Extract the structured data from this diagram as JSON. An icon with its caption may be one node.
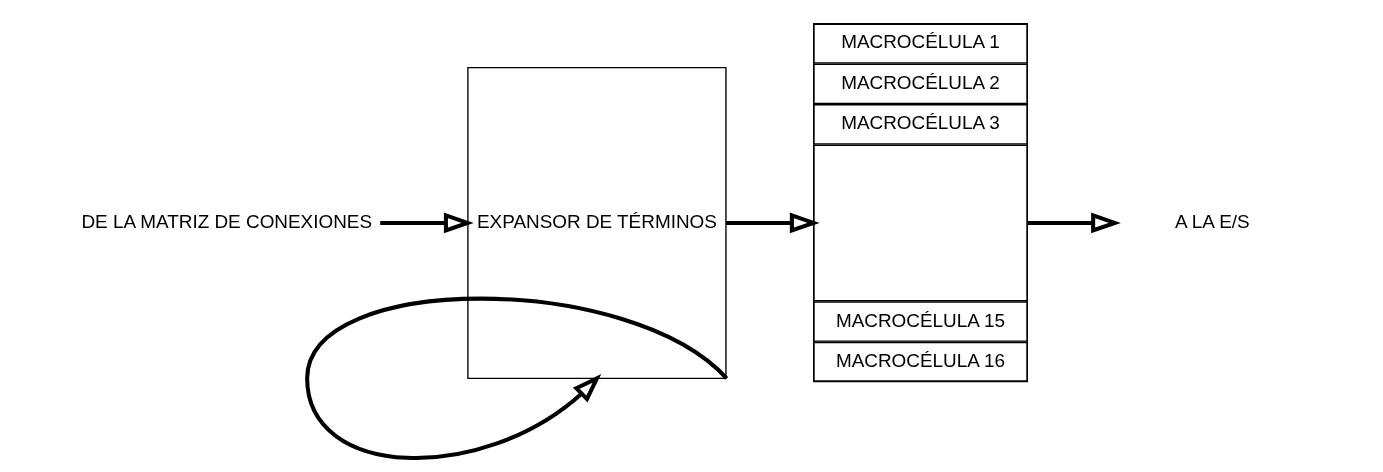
{
  "diagram": {
    "nodes": [
      {
        "text": [
          "DE LA MATRIZ DE CONEXIONES"
        ]
      },
      {
        "text": [
          "EXPANSOR DE TÉRMINOS"
        ]
      },
      {
        "text": [],
        "shape": "box"
      },
      {
        "text": [
          "MACROCÉLULA 1"
        ],
        "in": 2
      },
      {
        "text": [
          "MACROCÉLULA 2"
        ],
        "in": 2
      },
      {
        "text": [
          "MACROCÉLULA 3"
        ],
        "in": 2
      },
      {
        "text": [],
        "shape": "box",
        "in": 2
      },
      {
        "text": [
          "MACROCÉLULA 15"
        ],
        "in": 2
      },
      {
        "text": [
          "MACROCÉLULA 16"
        ],
        "in": 2
      },
      {
        "text": [
          "A LA E/S"
        ]
      }
    ],
    "edges": [
      {
        "from": 0,
        "to": 1,
        "arrow": "to"
      },
      {
        "from": 1,
        "to": 2,
        "arrow": "to"
      },
      {
        "from": 2,
        "to": 9,
        "arrow": "to"
      },
      {
        "from": 1,
        "to": 1,
        "arrow": "to"
      }
    ]
  }
}
